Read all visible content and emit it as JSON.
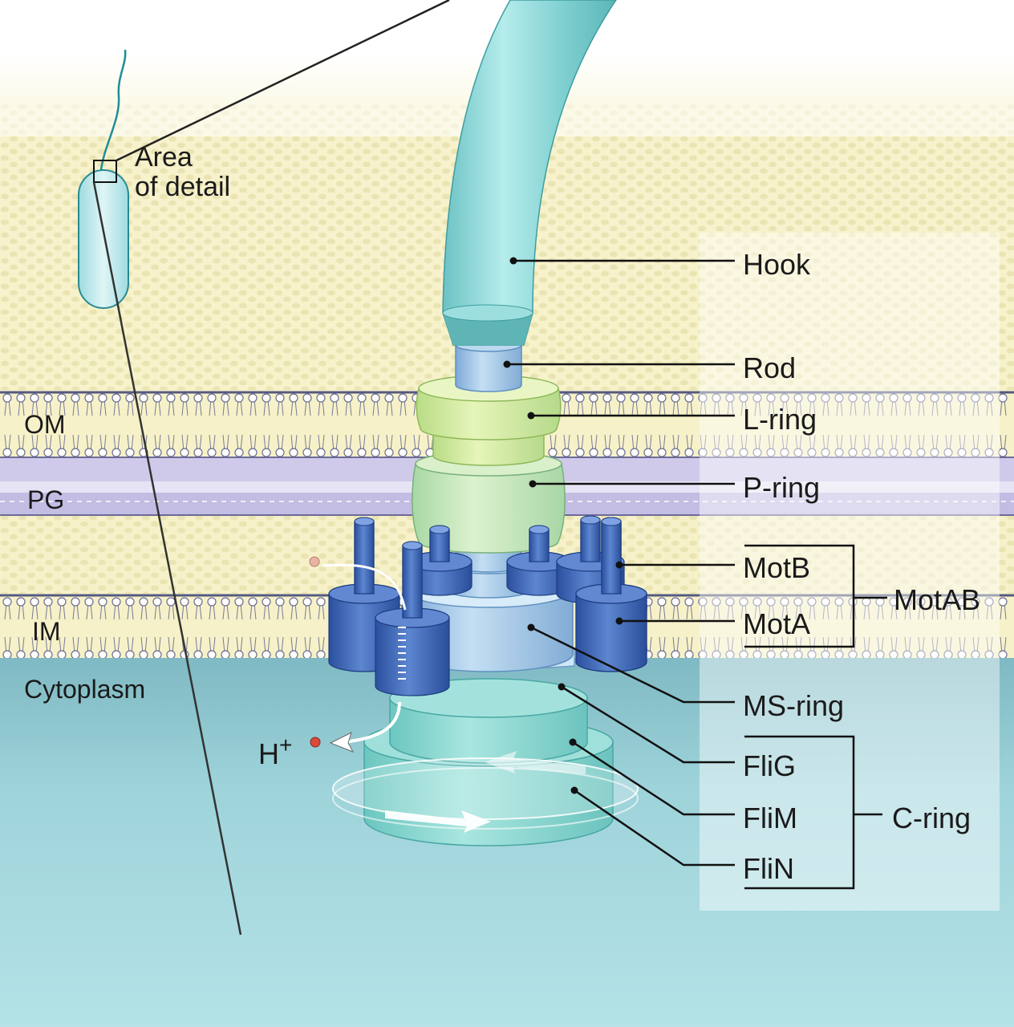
{
  "inset": {
    "caption_line1": "Area",
    "caption_line2": "of detail"
  },
  "layers": {
    "outer_membrane": "OM",
    "peptidoglycan": "PG",
    "inner_membrane": "IM",
    "cytoplasm": "Cytoplasm"
  },
  "proton": {
    "symbol": "H",
    "charge": "+"
  },
  "parts": {
    "hook": "Hook",
    "rod": "Rod",
    "l_ring": "L-ring",
    "p_ring": "P-ring",
    "motb": "MotB",
    "mota": "MotA",
    "ms_ring": "MS-ring",
    "flig": "FliG",
    "flim": "FliM",
    "flin": "FliN"
  },
  "groups": {
    "motab": "MotAB",
    "c_ring": "C-ring"
  },
  "colors": {
    "membrane_fill": "#f6f1c8",
    "membrane_line": "#555a80",
    "peptidoglycan": "#c7c2e4",
    "cytoplasm": "#a9dde3",
    "hook": "#86d3d3",
    "l_ring": "#d6eca6",
    "p_ring": "#cdeab8",
    "ms_ring": "#b4d6ee",
    "mot_stator": "#3a64b8",
    "c_ring": "#8fd8d2"
  }
}
